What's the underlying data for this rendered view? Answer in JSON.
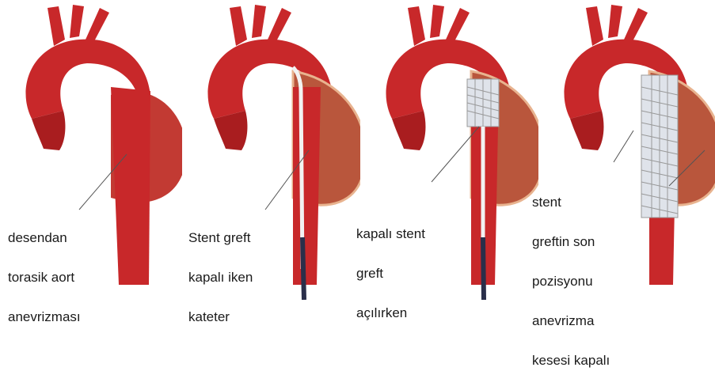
{
  "colors": {
    "aorta": "#c8282a",
    "aorta_dark": "#8e1416",
    "aneurysm_sac": "#b9563c",
    "sac_border": "#e8b38f",
    "catheter": "#2a2f4a",
    "wire": "#f2f2f2",
    "stent_mesh": "#dfe3ea"
  },
  "panels": [
    {
      "id": "panel-1",
      "caption": [
        "desendan",
        "torasik aort",
        "anevrizması"
      ],
      "devices": []
    },
    {
      "id": "panel-2",
      "caption": [
        "Stent greft",
        "kapalı iken",
        "kateter"
      ],
      "devices": [
        "catheter"
      ]
    },
    {
      "id": "panel-3",
      "caption": [
        "kapalı stent",
        "greft",
        "açılırken"
      ],
      "devices": [
        "catheter",
        "partial-stent"
      ]
    },
    {
      "id": "panel-4",
      "caption": [
        "stent",
        "greftin son",
        "pozisyonu",
        "anevrizma",
        "kesesi kapalı"
      ],
      "devices": [
        "full-stent"
      ]
    }
  ]
}
